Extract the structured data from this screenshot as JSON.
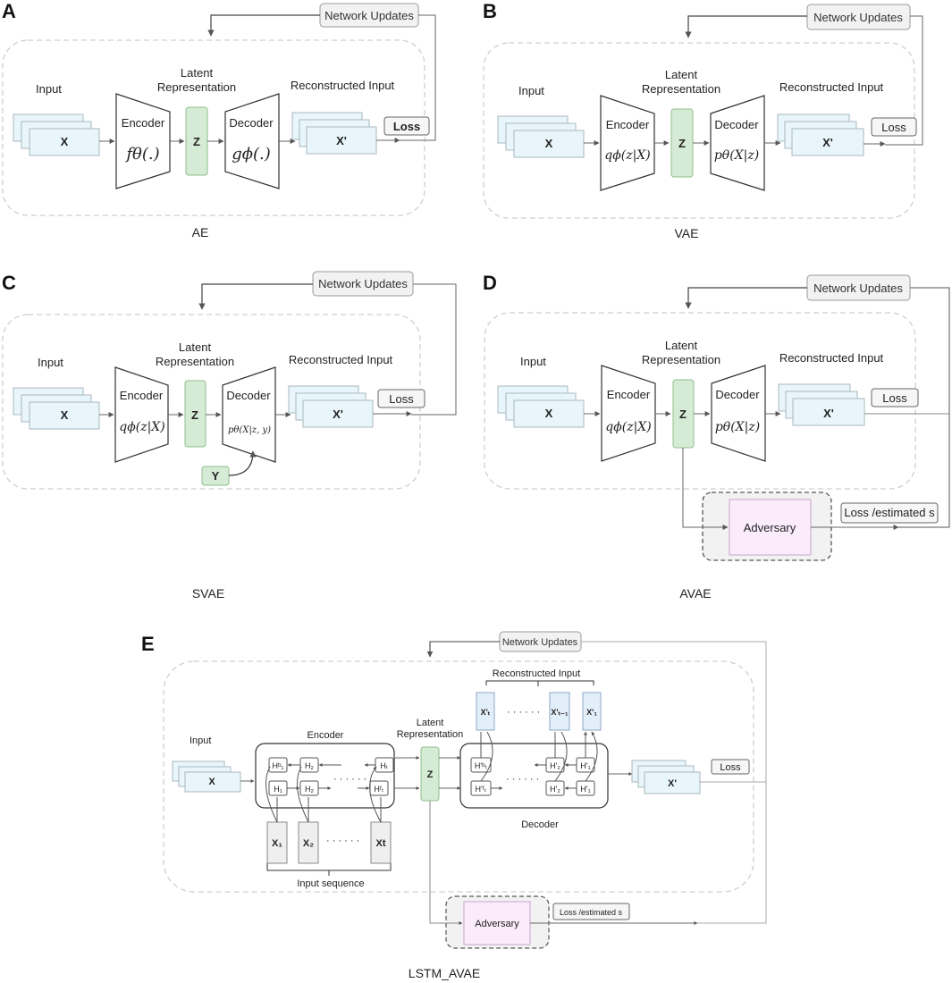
{
  "network_updates": "Network Updates",
  "labels": {
    "input": "Input",
    "latent_line1": "Latent",
    "latent_line2": "Representation",
    "reconstructed": "Reconstructed Input",
    "encoder": "Encoder",
    "decoder": "Decoder",
    "loss": "Loss",
    "x": "X",
    "x_prime": "X'",
    "z": "Z",
    "y": "Y",
    "adversary": "Adversary",
    "loss_estimated": "Loss /estimated s"
  },
  "panels": {
    "A": {
      "letter": "A",
      "caption": "AE",
      "encoder_fn": "fθ(.)",
      "decoder_fn": "gϕ(.)"
    },
    "B": {
      "letter": "B",
      "caption": "VAE",
      "encoder_fn": "qϕ(z|X)",
      "decoder_fn": "pθ(X|z)"
    },
    "C": {
      "letter": "C",
      "caption": "SVAE",
      "encoder_fn": "qϕ(z|X)",
      "decoder_fn": "pθ(X|z, y)"
    },
    "D": {
      "letter": "D",
      "caption": "AVAE",
      "encoder_fn": "qϕ(z|X)",
      "decoder_fn": "pθ(X|z)"
    },
    "E": {
      "letter": "E",
      "caption": "LSTM_AVAE",
      "input_sequence": "Input sequence",
      "reconstructed": "Reconstructed Input",
      "encoder_cells_top": [
        "Hᵇ₁",
        "H₂",
        "Hₜ"
      ],
      "encoder_cells_bottom": [
        "H₁",
        "H₂",
        "Hᶠₜ"
      ],
      "decoder_cells_top": [
        "H'ᵇₜ",
        "H'₂",
        "H'₁"
      ],
      "decoder_cells_bottom": [
        "H'ᶠₜ",
        "H'₂",
        "H'₁"
      ],
      "seq_inputs": [
        "X₁",
        "X₂",
        "Xt"
      ],
      "seq_outputs": [
        "X'ₜ",
        "X'ₜ₋₁",
        "X'₁"
      ],
      "dots": "· · · · · ·"
    }
  },
  "colors": {
    "latent_fill": "#d6ebd5",
    "latent_stroke": "#8fbf8c",
    "input_fill": "#e8f6fb",
    "input_stroke": "#a9b8bf",
    "adversary_fill": "#fbecfb",
    "adversary_stroke": "#c9a3c9",
    "dashed": "#cfcfcf",
    "arrow": "#666666",
    "update_box": "#f2f2f2"
  }
}
